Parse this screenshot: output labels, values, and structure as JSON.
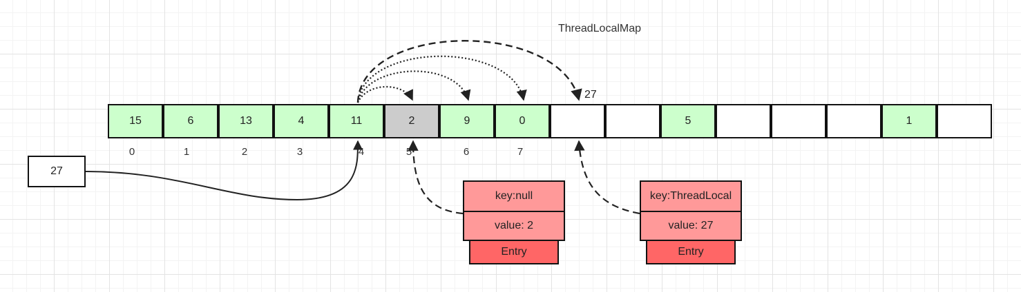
{
  "title": "ThreadLocalMap",
  "table": {
    "cells": [
      {
        "text": "15",
        "state": "filled"
      },
      {
        "text": "6",
        "state": "filled"
      },
      {
        "text": "13",
        "state": "filled"
      },
      {
        "text": "4",
        "state": "filled"
      },
      {
        "text": "11",
        "state": "filled"
      },
      {
        "text": "2",
        "state": "removed"
      },
      {
        "text": "9",
        "state": "filled"
      },
      {
        "text": "0",
        "state": "filled"
      },
      {
        "text": "",
        "state": "empty"
      },
      {
        "text": "",
        "state": "empty"
      },
      {
        "text": "5",
        "state": "filled"
      },
      {
        "text": "",
        "state": "empty"
      },
      {
        "text": "",
        "state": "empty"
      },
      {
        "text": "",
        "state": "empty"
      },
      {
        "text": "1",
        "state": "filled"
      },
      {
        "text": "",
        "state": "empty"
      }
    ],
    "indices": [
      "0",
      "1",
      "2",
      "3",
      "4",
      "5",
      "6",
      "7"
    ]
  },
  "new_key": "27",
  "target_label": "27",
  "entries": [
    {
      "key": "key:null",
      "value": "value: 2",
      "name": "Entry"
    },
    {
      "key": "key:ThreadLocal",
      "value": "value: 27",
      "name": "Entry"
    }
  ],
  "colors": {
    "filled": "#ccffcc",
    "removed": "#cccccc",
    "empty": "#ffffff",
    "entry_fields": "#ff9999",
    "entry_name": "#ff6666"
  }
}
